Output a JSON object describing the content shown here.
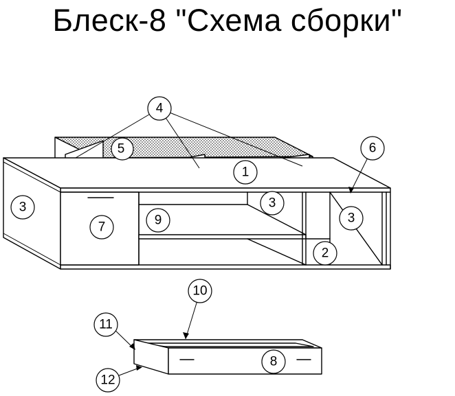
{
  "title": "Блеск-8 \"Схема сборки\"",
  "callouts": {
    "c1": "1",
    "c2": "2",
    "c3a": "3",
    "c3b": "3",
    "c3c": "3",
    "c4": "4",
    "c5": "5",
    "c6": "6",
    "c7": "7",
    "c8": "8",
    "c9": "9",
    "c10": "10",
    "c11": "11",
    "c12": "12"
  }
}
